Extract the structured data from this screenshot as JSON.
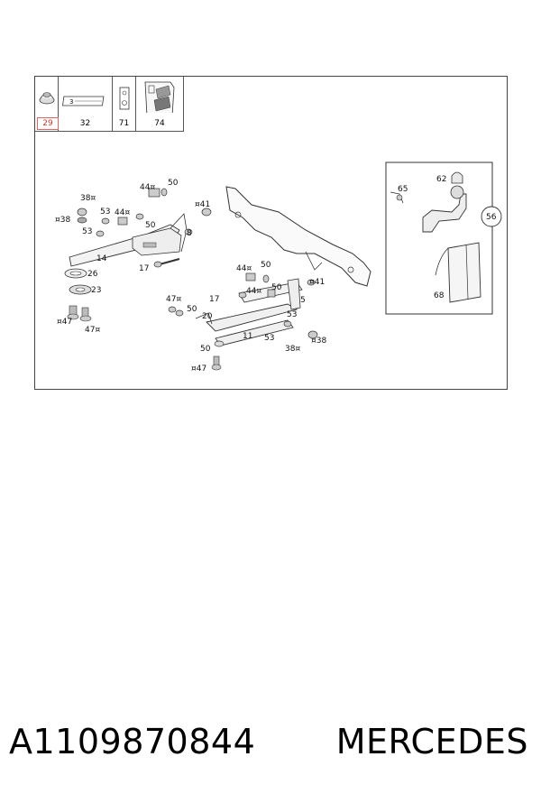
{
  "diagram": {
    "header_cells": [
      {
        "label": "29",
        "icon": "cap-nut-icon",
        "selected": true
      },
      {
        "label": "32",
        "icon": "label-strip-icon",
        "selected": false
      },
      {
        "label": "71",
        "icon": "tag-icon",
        "selected": false
      },
      {
        "label": "74",
        "icon": "instruction-sheet-icon",
        "selected": false
      }
    ],
    "callouts": {
      "c38a": "38¤",
      "c38b": "¤38",
      "c53a": "53",
      "c44a": "44¤",
      "c50a": "50",
      "c44b": "44¤",
      "c50b": "50",
      "c53b": "53",
      "c8": "8",
      "c14": "14",
      "c41a": "¤41",
      "c17a": "17",
      "c26": "26",
      "c23": "23",
      "c47a": "¤47",
      "c47b": "47¤",
      "c47c": "47¤",
      "c50c": "50",
      "c20": "20",
      "c44c": "44¤",
      "c50d": "50",
      "c17b": "17",
      "c44d": "44¤",
      "c50e": "50",
      "c5": "5",
      "c41b": "¤41",
      "c53c": "53",
      "c11": "11",
      "c53d": "53",
      "c38c": "¤38",
      "c38d": "38¤",
      "c50f": "50",
      "c47d": "¤47",
      "c65": "65",
      "c62": "62",
      "c56": "56",
      "c68": "68"
    }
  },
  "footer": {
    "part_number": "A1109870844",
    "brand": "MERCEDES"
  }
}
